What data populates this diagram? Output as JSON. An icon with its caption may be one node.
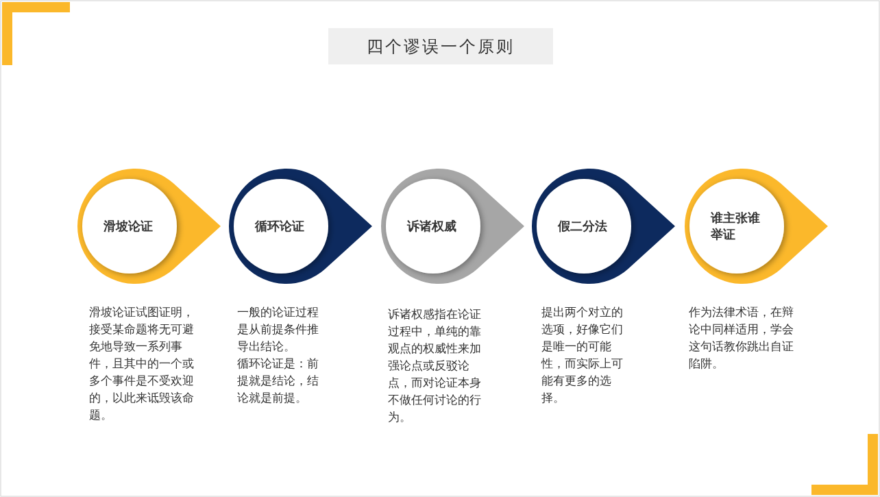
{
  "diagram": {
    "title": "四个谬误一个原则",
    "nodes": [
      {
        "text": [
          "滑坡论证"
        ],
        "beside": [
          "滑坡论证试图证明，接受某命题将无可避免地导致一系列事件，且其中的一个或多个事件是不受欢迎的，以此来诋毁该命题。"
        ]
      },
      {
        "text": [
          "循环论证"
        ],
        "beside": [
          "一般的论证过程是从前提条件推导出结论。",
          "循环论证是：前提就是结论，结论就是前提。"
        ]
      },
      {
        "text": [
          "诉诸权威"
        ],
        "beside": [
          "诉诸权感指在论证过程中，单纯的靠观点的权威性来加强论点或反驳论点，而对论证本身不做任何讨论的行为。"
        ]
      },
      {
        "text": [
          "假二分法"
        ],
        "beside": [
          "提出两个对立的选项，好像它们是唯一的可能性，而实际上可能有更多的选择。"
        ]
      },
      {
        "text": [
          "谁主张谁举证"
        ],
        "beside": [
          "作为法律术语，在辩论中同样适用，学会这句话教你跳出自证陷阱。"
        ]
      }
    ]
  }
}
